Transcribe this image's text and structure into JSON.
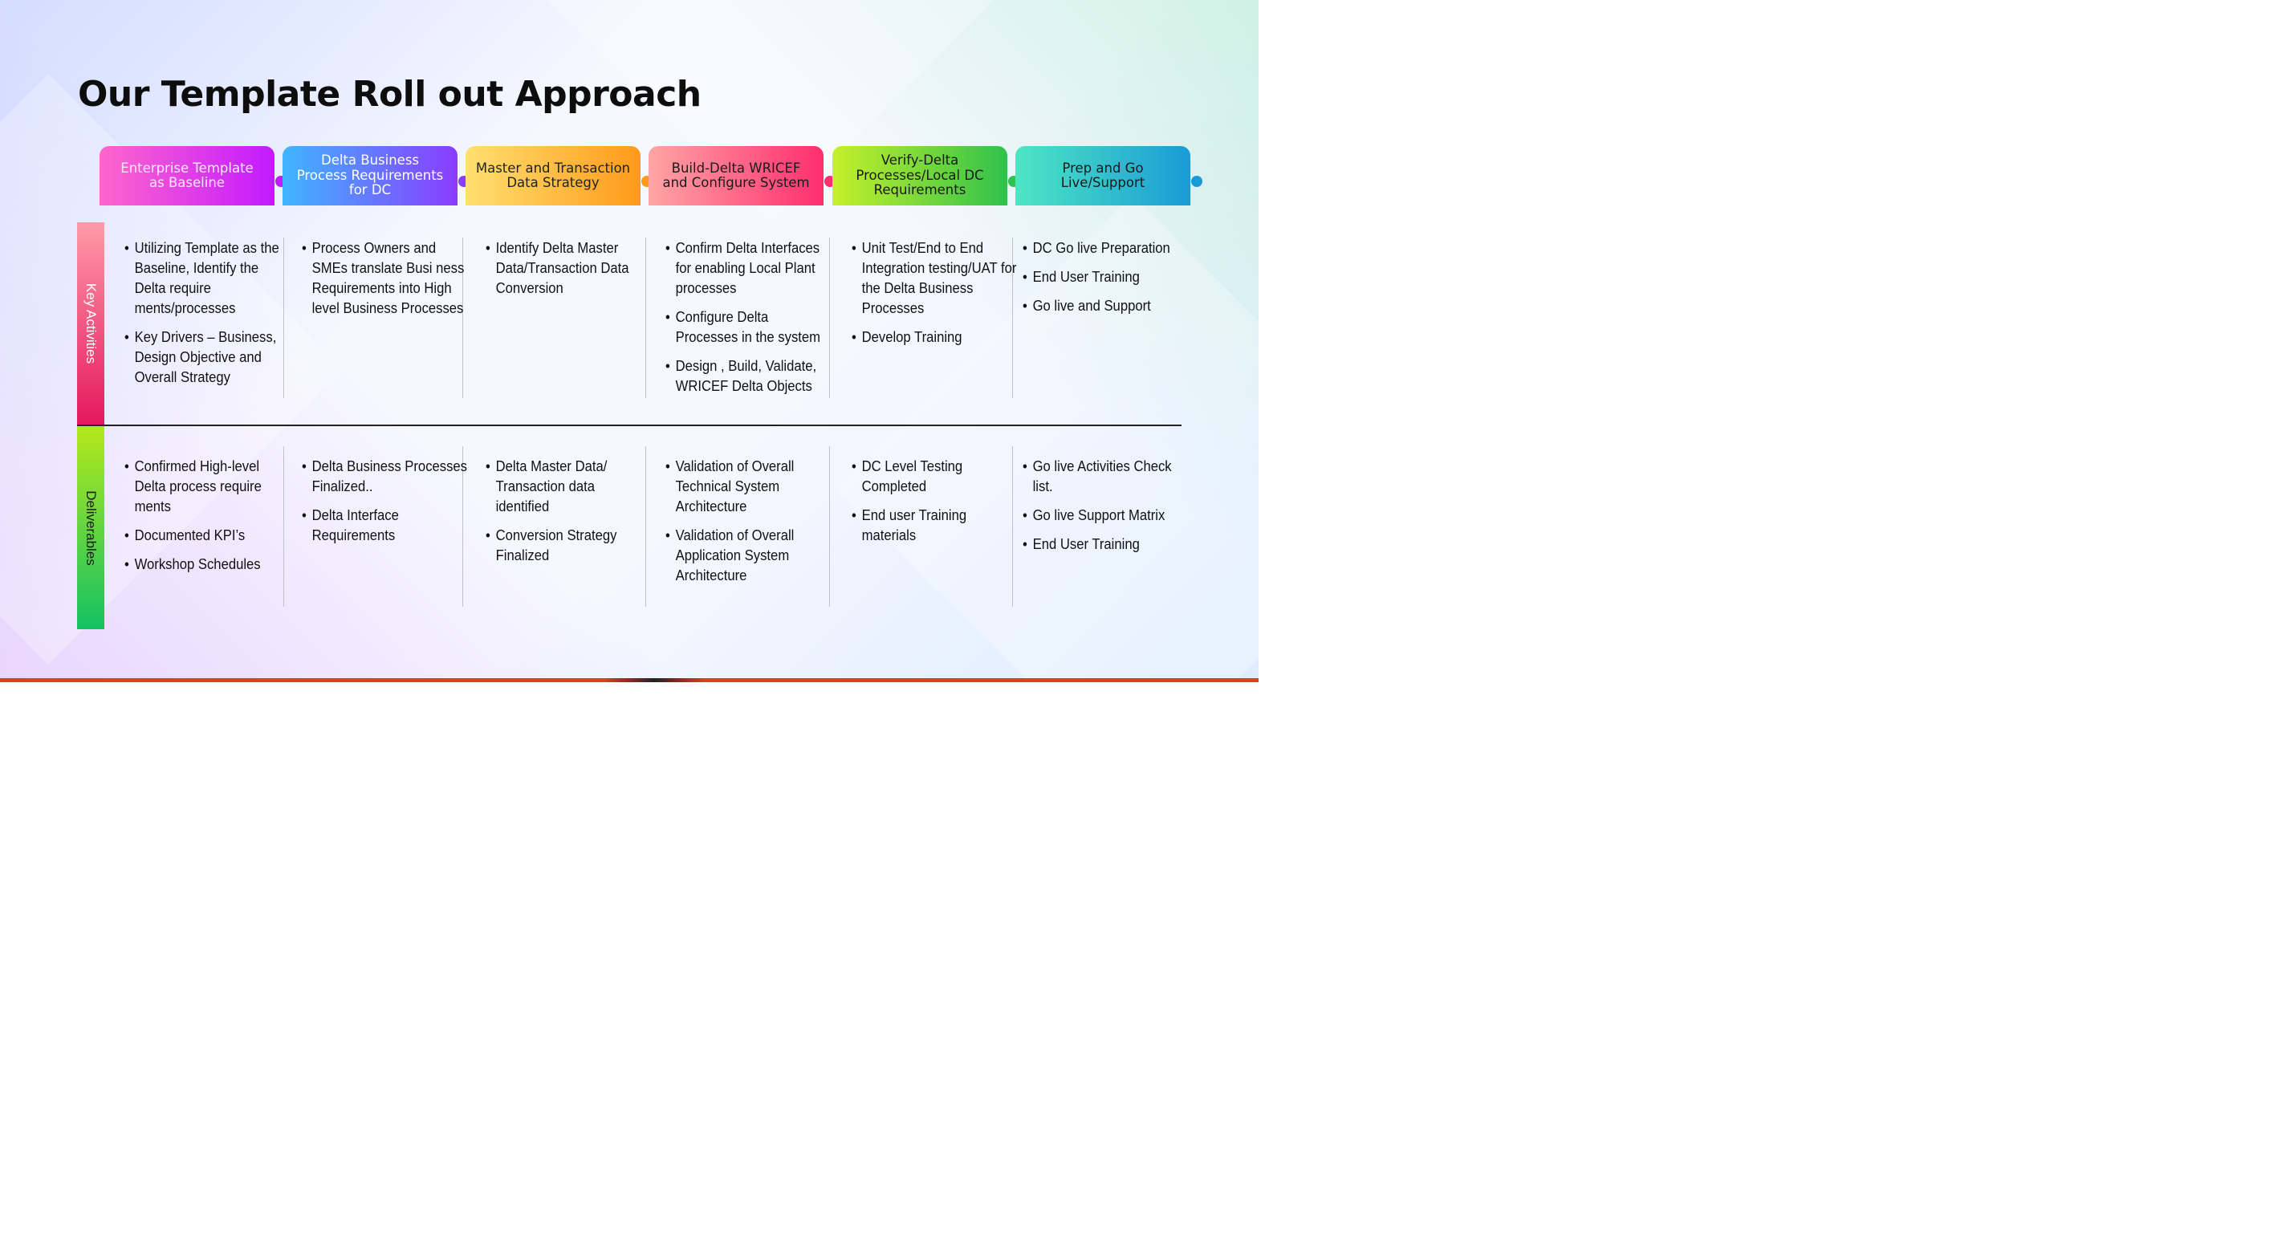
{
  "title": "Our Template Roll out Approach",
  "phases": [
    {
      "label": "Enterprise Template\nas Baseline",
      "color_start": "#ff66cc",
      "color_end": "#c21aff",
      "text_color": "#fde8ff"
    },
    {
      "label": "Delta Business\nProcess Requirements\nfor DC",
      "color_start": "#3fb6ff",
      "color_end": "#8a3cff",
      "text_color": "#ffffff"
    },
    {
      "label": "Master and Transaction\nData Strategy",
      "color_start": "#ffe070",
      "color_end": "#ff9a1a",
      "text_color": "#222222"
    },
    {
      "label": "Build-Delta WRICEF\nand Configure System",
      "color_start": "#ffa5a5",
      "color_end": "#ff2d6e",
      "text_color": "#1a1a1a"
    },
    {
      "label": "Verify-Delta\nProcesses/Local DC\nRequirements",
      "color_start": "#c6f02a",
      "color_end": "#2fc24c",
      "text_color": "#1a1a1a"
    },
    {
      "label": "Prep and Go\nLive/Support",
      "color_start": "#4de6c4",
      "color_end": "#1a9bd6",
      "text_color": "#1a1a1a"
    }
  ],
  "rows": [
    {
      "label": "Key Activities",
      "color_start": "#ff9aa8",
      "color_end": "#e5185f",
      "text_color": "#ffffff"
    },
    {
      "label": "Deliverables",
      "color_start": "#b6e81a",
      "color_end": "#12c264",
      "text_color": "#1a1a1a"
    }
  ],
  "key_activities": [
    [
      "Utilizing Template as the Baseline, Identify the Delta  require ments/processes",
      "Key Drivers – Business, Design Objective and Overall Strategy"
    ],
    [
      "Process Owners and SMEs translate Busi ness Requirements into High level Business Processes"
    ],
    [
      "Identify Delta  Master Data/Transaction Data Conversion"
    ],
    [
      "Confirm Delta Interfaces for enabling Local Plant processes",
      "Configure Delta Processes in the system",
      "Design , Build, Validate, WRICEF Delta Objects"
    ],
    [
      "Unit Test/End to End Integration testing/UAT for the Delta Business Processes",
      "Develop Training"
    ],
    [
      "DC Go live Preparation",
      "End User Training",
      "Go live and Support"
    ]
  ],
  "deliverables": [
    [
      "Confirmed High-level Delta process require ments",
      "Documented KPI’s",
      "Workshop Schedules"
    ],
    [
      "Delta Business Processes Finalized..",
      "Delta Interface Requirements"
    ],
    [
      "Delta Master Data/ Transaction data identified",
      "Conversion Strategy Finalized"
    ],
    [
      "Validation of Overall Technical System Architecture",
      "Validation of Overall Application System Architecture"
    ],
    [
      "DC Level Testing Completed",
      "End user Training materials"
    ],
    [
      "Go live Activities Check list.",
      "Go live Support Matrix",
      "End User Training"
    ]
  ]
}
